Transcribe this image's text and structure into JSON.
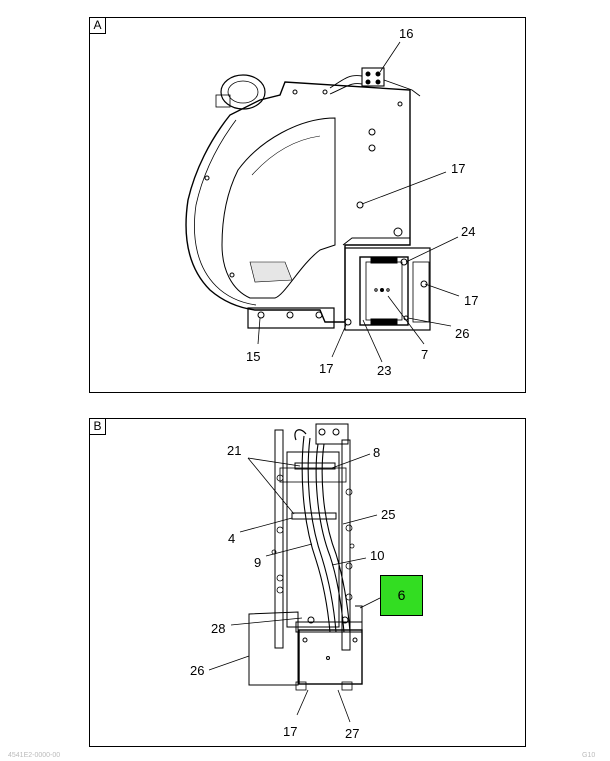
{
  "panels": {
    "a": {
      "label": "A"
    },
    "b": {
      "label": "B"
    }
  },
  "callouts_a": {
    "c16": "16",
    "c17_top": "17",
    "c24": "24",
    "c17_right": "17",
    "c26": "26",
    "c15": "15",
    "c17_bottom": "17",
    "c23": "23",
    "c7": "7"
  },
  "callouts_b": {
    "c21": "21",
    "c8": "8",
    "c25": "25",
    "c4": "4",
    "c9": "9",
    "c10": "10",
    "c6": "6",
    "c28": "28",
    "c26": "26",
    "c17": "17",
    "c27": "27"
  },
  "highlight_color": "#33dd22",
  "footer": {
    "left": "4541E2-0000-00",
    "right": "G10"
  }
}
